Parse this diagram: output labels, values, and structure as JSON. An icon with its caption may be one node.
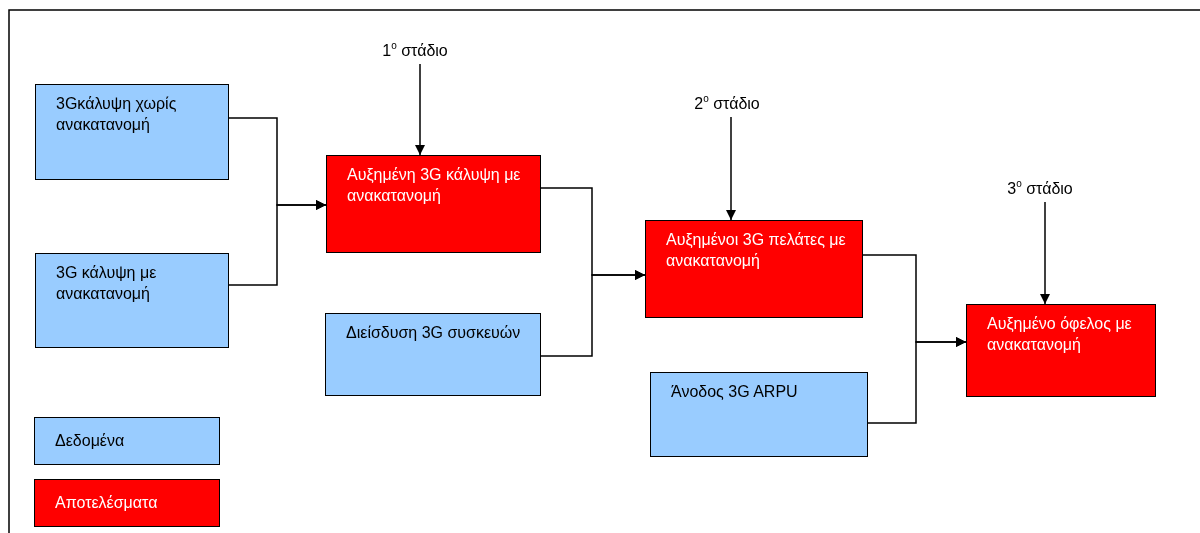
{
  "diagram": {
    "nodes": [
      {
        "text": [
          "3Gκάλυψη χωρίς ανακατανομή"
        ]
      },
      {
        "text": [
          "3G κάλυψη με ανακατανομή"
        ]
      },
      {
        "text": [
          "1$^{ο}$ στάδιο"
        ]
      },
      {
        "text": [
          "Αυξημένη 3G κάλυψη με ανακατανομή"
        ]
      },
      {
        "text": [
          "Διείσδυση 3G συσκευών"
        ]
      },
      {
        "text": [
          "2$^{ο}$ στάδιο"
        ]
      },
      {
        "text": [
          "Αυξημένοι 3G πελάτες με ανακατανομή"
        ]
      },
      {
        "text": [
          "Άνοδος 3G ARPU"
        ]
      },
      {
        "text": [
          "3$^{ο}$ στάδιο"
        ]
      },
      {
        "text": [
          "Αυξημένο όφελος με ανακατανομή"
        ]
      }
    ],
    "edges": [
      {
        "from": 0,
        "to": 3,
        "arrow": "to"
      },
      {
        "from": 1,
        "to": 3,
        "arrow": "to"
      },
      {
        "from": 2,
        "to": 3,
        "arrow": "to"
      },
      {
        "from": 3,
        "to": 6,
        "arrow": "to"
      },
      {
        "from": 4,
        "to": 6,
        "arrow": "to"
      },
      {
        "from": 5,
        "to": 6,
        "arrow": "to"
      },
      {
        "from": 6,
        "to": 9,
        "arrow": "to"
      },
      {
        "from": 7,
        "to": 9,
        "arrow": "to"
      },
      {
        "from": 8,
        "to": 9,
        "arrow": "to"
      }
    ],
    "legend": [
      {
        "text": "Δεδομένα",
        "color": "#99ccff"
      },
      {
        "text": "Αποτελέσματα",
        "color": "#ff0000"
      }
    ]
  }
}
